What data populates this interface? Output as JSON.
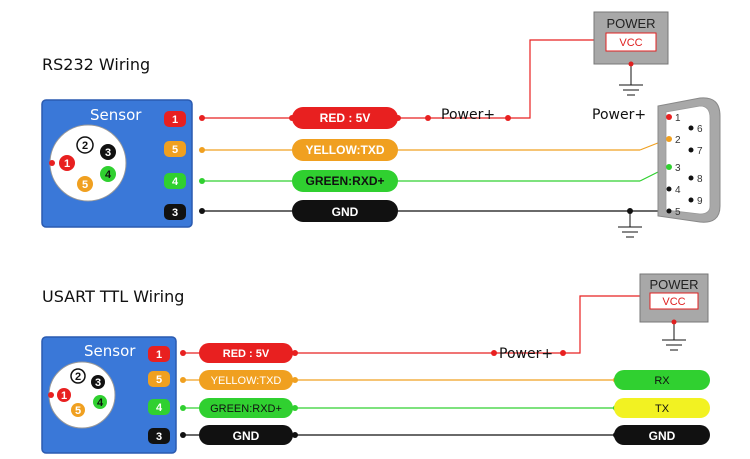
{
  "colors": {
    "red": "#e82020",
    "orange": "#f0a020",
    "green": "#30d030",
    "black": "#111111",
    "yellow": "#f2f222",
    "blue": "#3a78d8",
    "gray": "#a8a8a8",
    "power_red": "#e02020"
  },
  "rs232": {
    "title": "RS232 Wiring",
    "sensor_label": "Sensor",
    "connector_pins": [
      "1",
      "2",
      "3",
      "4",
      "5"
    ],
    "pins": [
      "1",
      "5",
      "4",
      "3"
    ],
    "wires": [
      "RED : 5V",
      "YELLOW:TXD",
      "GREEN:RXD+",
      "GND"
    ],
    "power_label_mid": "Power+",
    "power_label_right": "Power+",
    "power_box": {
      "title": "POWER",
      "vcc": "VCC"
    },
    "db9_pins": [
      "1",
      "2",
      "3",
      "4",
      "5",
      "6",
      "7",
      "8",
      "9"
    ]
  },
  "usart": {
    "title": "USART TTL Wiring",
    "sensor_label": "Sensor",
    "connector_pins": [
      "1",
      "2",
      "3",
      "4",
      "5"
    ],
    "pins": [
      "1",
      "5",
      "4",
      "3"
    ],
    "wires": [
      "RED : 5V",
      "YELLOW:TXD",
      "GREEN:RXD+",
      "GND"
    ],
    "power_label": "Power+",
    "power_box": {
      "title": "POWER",
      "vcc": "VCC"
    },
    "targets": [
      "RX",
      "TX",
      "GND"
    ]
  }
}
